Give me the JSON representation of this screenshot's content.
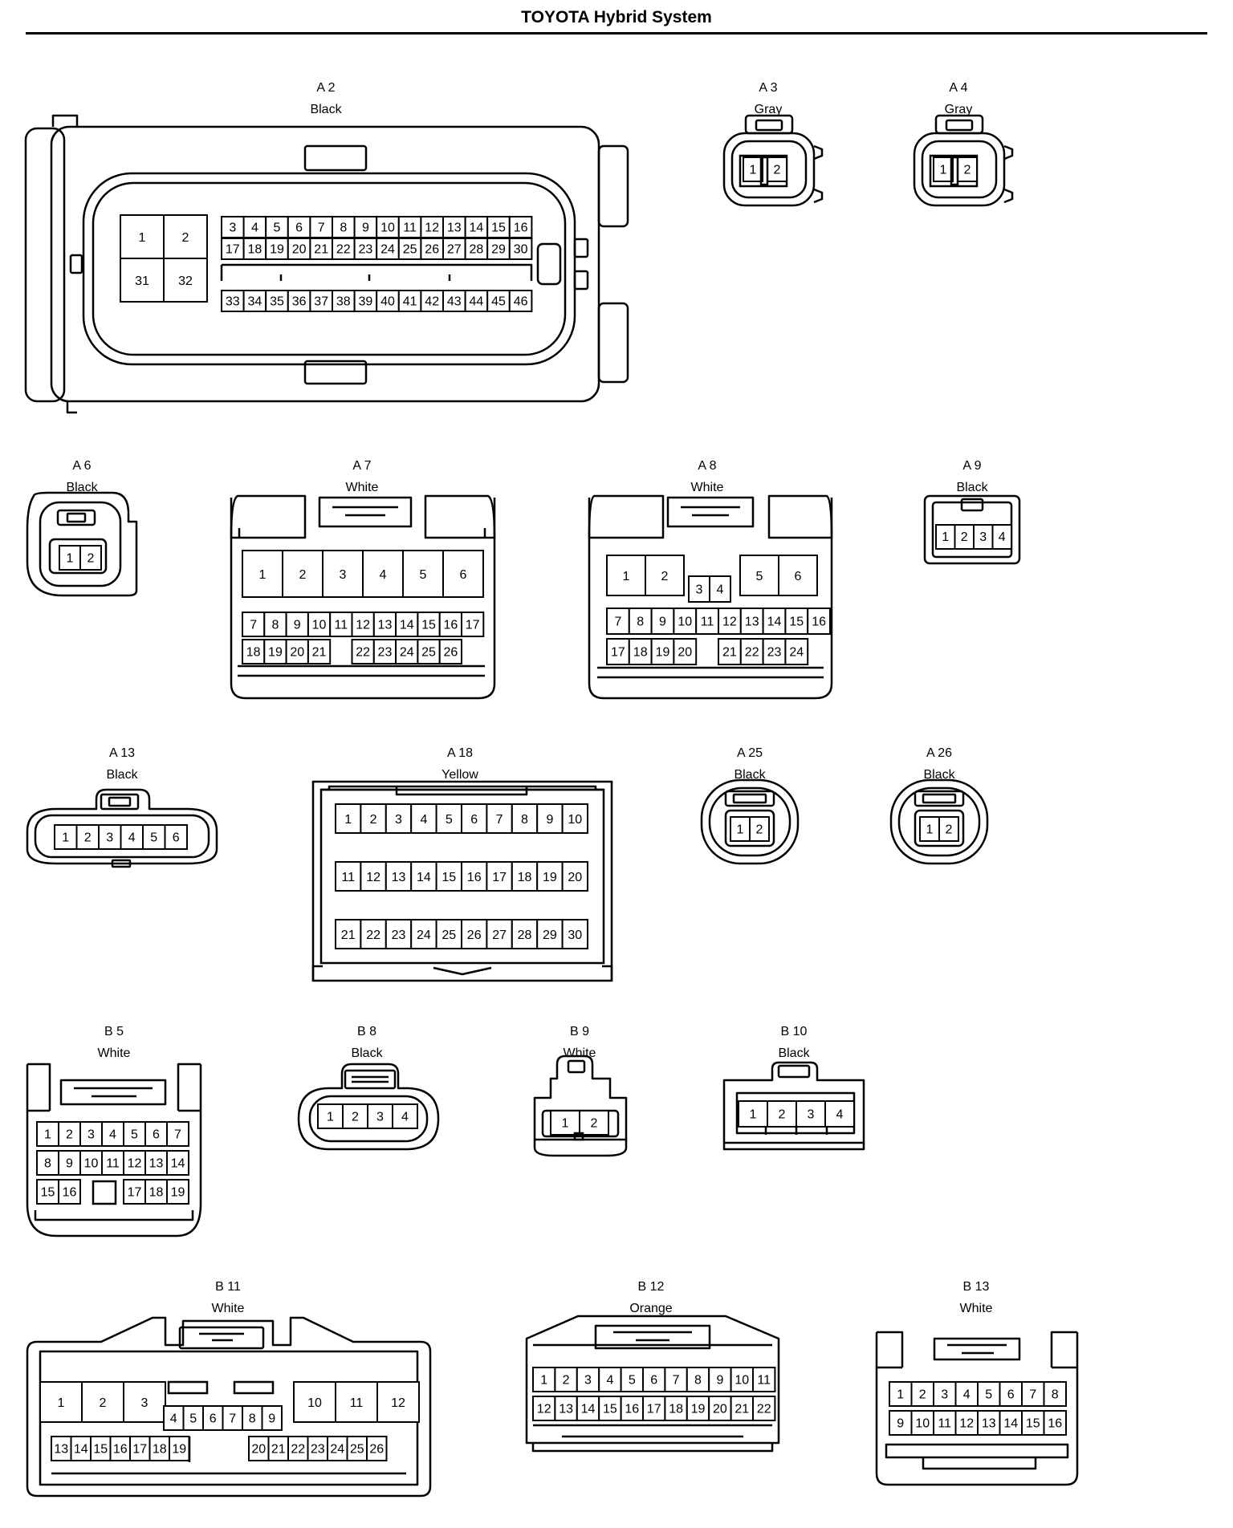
{
  "header": {
    "title": "TOYOTA Hybrid System"
  },
  "colors": {
    "line": "#000000",
    "background": "#ffffff"
  },
  "connectors": [
    {
      "id": "A2",
      "code": "A 2",
      "color": "Black",
      "rows": [
        [
          "1",
          "2"
        ],
        [
          "31",
          "32"
        ],
        [
          "3",
          "4",
          "5",
          "6",
          "7",
          "8",
          "9",
          "10",
          "11",
          "12",
          "13",
          "14",
          "15",
          "16"
        ],
        [
          "17",
          "18",
          "19",
          "20",
          "21",
          "22",
          "23",
          "24",
          "25",
          "26",
          "27",
          "28",
          "29",
          "30"
        ],
        [
          "33",
          "34",
          "35",
          "36",
          "37",
          "38",
          "39",
          "40",
          "41",
          "42",
          "43",
          "44",
          "45",
          "46"
        ]
      ]
    },
    {
      "id": "A3",
      "code": "A 3",
      "color": "Gray",
      "rows": [
        [
          "1",
          "2"
        ]
      ]
    },
    {
      "id": "A4",
      "code": "A 4",
      "color": "Gray",
      "rows": [
        [
          "1",
          "2"
        ]
      ]
    },
    {
      "id": "A6",
      "code": "A 6",
      "color": "Black",
      "rows": [
        [
          "1",
          "2"
        ]
      ]
    },
    {
      "id": "A7",
      "code": "A 7",
      "color": "White",
      "rows": [
        [
          "1",
          "2",
          "3",
          "4",
          "5",
          "6"
        ],
        [
          "7",
          "8",
          "9",
          "10",
          "11",
          "12",
          "13",
          "14",
          "15",
          "16",
          "17"
        ],
        [
          "18",
          "19",
          "20",
          "21",
          "",
          "22",
          "23",
          "24",
          "25",
          "26"
        ]
      ]
    },
    {
      "id": "A8",
      "code": "A 8",
      "color": "White",
      "rows": [
        [
          "1",
          "2"
        ],
        [
          "3",
          "4"
        ],
        [
          "5",
          "6"
        ],
        [
          "7",
          "8",
          "9",
          "10",
          "11",
          "12",
          "13",
          "14",
          "15",
          "16"
        ],
        [
          "17",
          "18",
          "19",
          "20",
          "",
          "21",
          "22",
          "23",
          "24"
        ]
      ]
    },
    {
      "id": "A9",
      "code": "A 9",
      "color": "Black",
      "rows": [
        [
          "1",
          "2",
          "3",
          "4"
        ]
      ]
    },
    {
      "id": "A13",
      "code": "A 13",
      "color": "Black",
      "rows": [
        [
          "1",
          "2",
          "3",
          "4",
          "5",
          "6"
        ]
      ]
    },
    {
      "id": "A18",
      "code": "A 18",
      "color": "Yellow",
      "rows": [
        [
          "1",
          "2",
          "3",
          "4",
          "5",
          "6",
          "7",
          "8",
          "9",
          "10"
        ],
        [
          "11",
          "12",
          "13",
          "14",
          "15",
          "16",
          "17",
          "18",
          "19",
          "20"
        ],
        [
          "21",
          "22",
          "23",
          "24",
          "25",
          "26",
          "27",
          "28",
          "29",
          "30"
        ]
      ]
    },
    {
      "id": "A25",
      "code": "A 25",
      "color": "Black",
      "rows": [
        [
          "1",
          "2"
        ]
      ]
    },
    {
      "id": "A26",
      "code": "A 26",
      "color": "Black",
      "rows": [
        [
          "1",
          "2"
        ]
      ]
    },
    {
      "id": "B5",
      "code": "B 5",
      "color": "White",
      "rows": [
        [
          "1",
          "2",
          "3",
          "4",
          "5",
          "6",
          "7"
        ],
        [
          "8",
          "9",
          "10",
          "11",
          "12",
          "13",
          "14"
        ],
        [
          "15",
          "16",
          "",
          "17",
          "18",
          "19"
        ]
      ]
    },
    {
      "id": "B8",
      "code": "B 8",
      "color": "Black",
      "rows": [
        [
          "1",
          "2",
          "3",
          "4"
        ]
      ]
    },
    {
      "id": "B9",
      "code": "B 9",
      "color": "White",
      "rows": [
        [
          "1",
          "2"
        ]
      ]
    },
    {
      "id": "B10",
      "code": "B 10",
      "color": "Black",
      "rows": [
        [
          "1",
          "2",
          "3",
          "4"
        ]
      ]
    },
    {
      "id": "B11",
      "code": "B 11",
      "color": "White",
      "rows": [
        [
          "1",
          "2",
          "3"
        ],
        [
          "10",
          "11",
          "12"
        ],
        [
          "4",
          "5",
          "6",
          "7",
          "8",
          "9"
        ],
        [
          "13",
          "14",
          "15",
          "16",
          "17",
          "18",
          "19"
        ],
        [
          "20",
          "21",
          "22",
          "23",
          "24",
          "25",
          "26"
        ]
      ]
    },
    {
      "id": "B12",
      "code": "B 12",
      "color": "Orange",
      "rows": [
        [
          "1",
          "2",
          "3",
          "4",
          "5",
          "6",
          "7",
          "8",
          "9",
          "10",
          "11"
        ],
        [
          "12",
          "13",
          "14",
          "15",
          "16",
          "17",
          "18",
          "19",
          "20",
          "21",
          "22"
        ]
      ]
    },
    {
      "id": "B13",
      "code": "B 13",
      "color": "White",
      "rows": [
        [
          "1",
          "2",
          "3",
          "4",
          "5",
          "6",
          "7",
          "8"
        ],
        [
          "9",
          "10",
          "11",
          "12",
          "13",
          "14",
          "15",
          "16"
        ]
      ]
    }
  ]
}
